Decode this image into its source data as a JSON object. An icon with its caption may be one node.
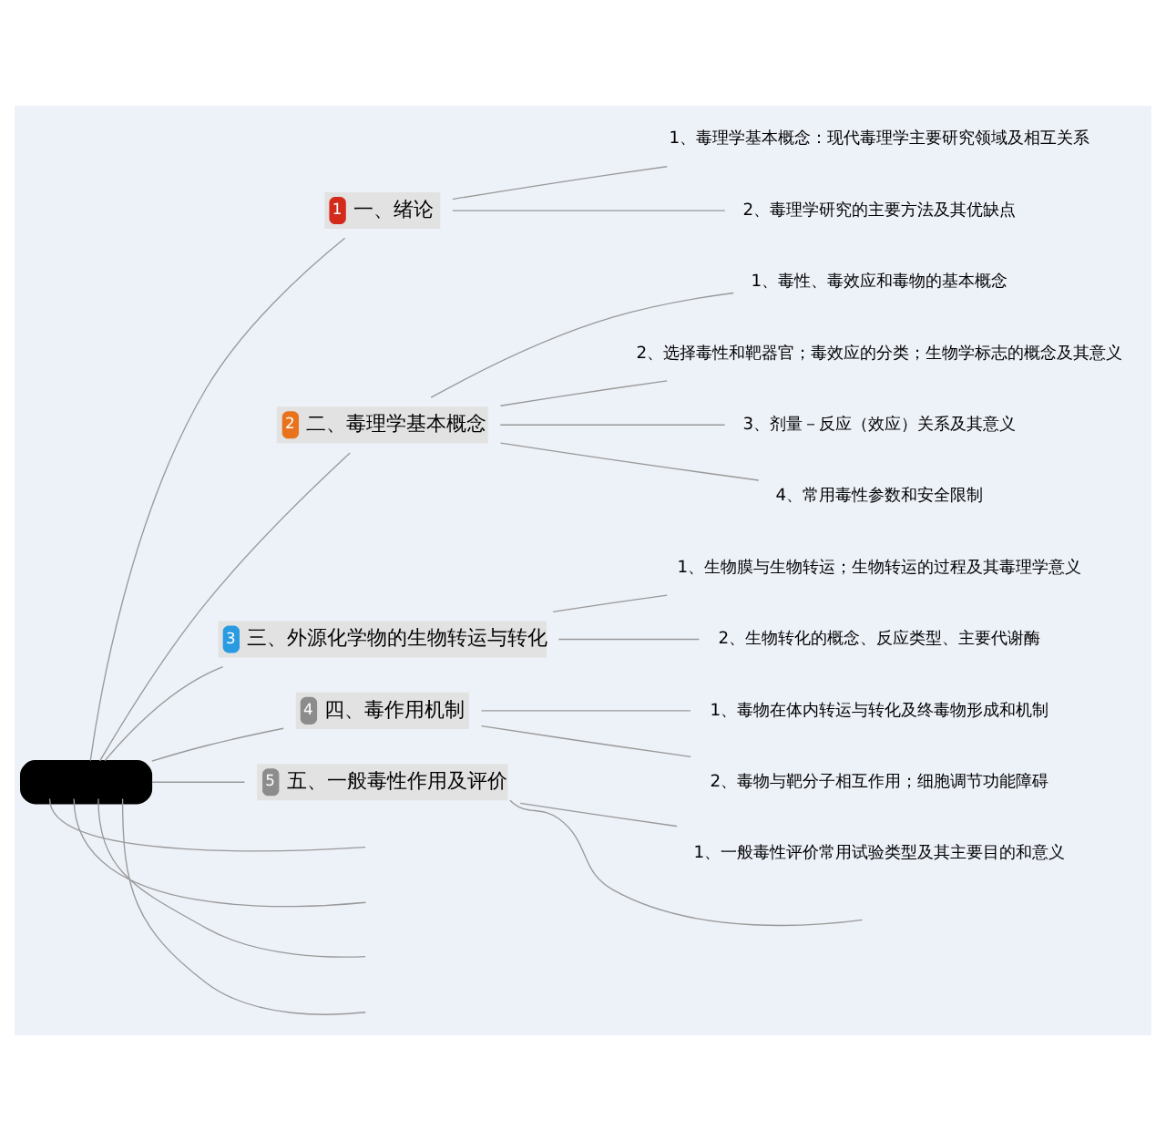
{
  "diagram": {
    "nodes": [
      {
        "text": [],
        "shape": "box"
      },
      {
        "text": [
          "1",
          "一、绪论"
        ]
      },
      {
        "text": [
          "1、毒理学基本概念：现代毒理学主要研究领域及相互关系"
        ]
      },
      {
        "text": [
          "2、毒理学研究的主要方法及其优缺点"
        ]
      },
      {
        "text": [
          "2",
          "二、毒理学基本概念"
        ]
      },
      {
        "text": [
          "1、毒性、毒效应和毒物的基本概念"
        ]
      },
      {
        "text": [
          "2、选择毒性和靶器官；毒效应的分类；生物学标志的概念及其意义"
        ]
      },
      {
        "text": [
          "3、剂量－反应（效应）关系及其意义"
        ]
      },
      {
        "text": [
          "4、常用毒性参数和安全限制"
        ]
      },
      {
        "text": [
          "3",
          "三、外源化学物的生物转运与转化"
        ]
      },
      {
        "text": [
          "1、生物膜与生物转运；生物转运的过程及其毒理学意义"
        ]
      },
      {
        "text": [
          "2、生物转化的概念、反应类型、主要代谢酶"
        ]
      },
      {
        "text": [
          "4",
          "四、毒作用机制"
        ]
      },
      {
        "text": [
          "1、毒物在体内转运与转化及终毒物形成和机制"
        ]
      },
      {
        "text": [
          "2、毒物与靶分子相互作用；细胞调节功能障碍"
        ]
      },
      {
        "text": [
          "5",
          "五、一般毒性作用及评价"
        ]
      },
      {
        "text": [
          "1、一般毒性评价常用试验类型及其主要目的和意义"
        ]
      }
    ],
    "edges": [
      {
        "from": 0,
        "to": 1,
        "arrow": "none"
      },
      {
        "from": 1,
        "to": 2,
        "arrow": "none"
      },
      {
        "from": 1,
        "to": 3,
        "arrow": "none"
      },
      {
        "from": 0,
        "to": 4,
        "arrow": "none"
      },
      {
        "from": 4,
        "to": 5,
        "arrow": "none"
      },
      {
        "from": 4,
        "to": 6,
        "arrow": "none"
      },
      {
        "from": 4,
        "to": 7,
        "arrow": "none"
      },
      {
        "from": 4,
        "to": 8,
        "arrow": "none"
      },
      {
        "from": 0,
        "to": 9,
        "arrow": "none"
      },
      {
        "from": 9,
        "to": 10,
        "arrow": "none"
      },
      {
        "from": 9,
        "to": 11,
        "arrow": "none"
      },
      {
        "from": 0,
        "to": 12,
        "arrow": "none"
      },
      {
        "from": 12,
        "to": 13,
        "arrow": "none"
      },
      {
        "from": 12,
        "to": 14,
        "arrow": "none"
      },
      {
        "from": 0,
        "to": 15,
        "arrow": "none"
      },
      {
        "from": 15,
        "to": 16,
        "arrow": "none"
      },
      {
        "from": 15,
        "to": null,
        "arrow": "none"
      },
      {
        "from": 0,
        "to": null,
        "arrow": "none"
      },
      {
        "from": 0,
        "to": null,
        "arrow": "none"
      },
      {
        "from": 0,
        "to": null,
        "arrow": "none"
      },
      {
        "from": 0,
        "to": null,
        "arrow": "none"
      }
    ]
  }
}
